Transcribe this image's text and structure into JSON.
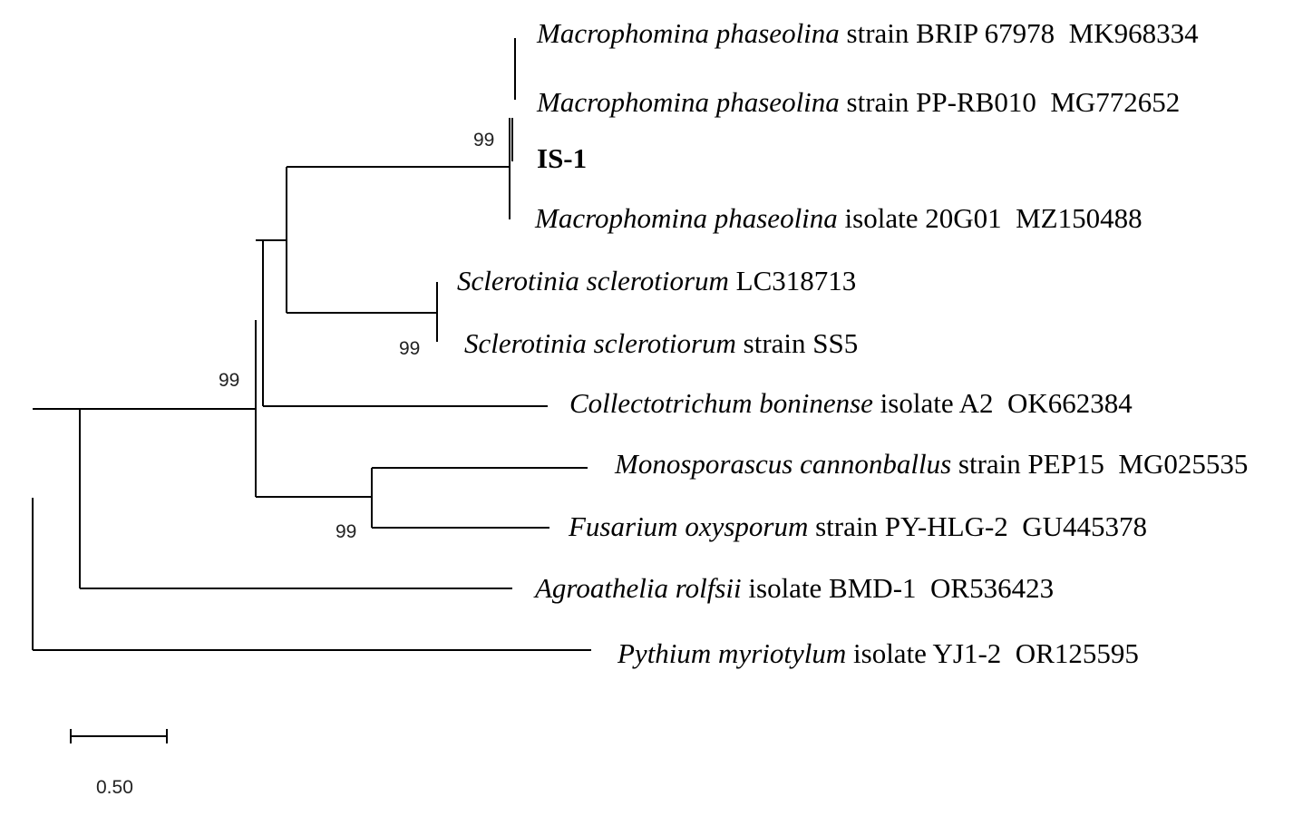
{
  "tree": {
    "taxa": [
      {
        "id": "mp1",
        "species": "Macrophomina phaseolina",
        "rest": " strain BRIP 67978  MK968334",
        "bold": false
      },
      {
        "id": "mp2",
        "species": "Macrophomina phaseolina",
        "rest": " strain PP-RB010  MG772652",
        "bold": false
      },
      {
        "id": "is1",
        "species": "",
        "rest": "IS-1",
        "bold": true
      },
      {
        "id": "mp3",
        "species": "Macrophomina phaseolina",
        "rest": " isolate 20G01  MZ150488",
        "bold": false
      },
      {
        "id": "ss1",
        "species": "Sclerotinia sclerotiorum",
        "rest": " LC318713",
        "bold": false
      },
      {
        "id": "ss2",
        "species": "Sclerotinia sclerotiorum",
        "rest": " strain SS5",
        "bold": false
      },
      {
        "id": "cb",
        "species": "Collectotrichum boninense",
        "rest": " isolate A2  OK662384",
        "bold": false
      },
      {
        "id": "mc",
        "species": "Monosporascus cannonballus",
        "rest": " strain PEP15  MG025535",
        "bold": false
      },
      {
        "id": "fo",
        "species": "Fusarium oxysporum",
        "rest": " strain PY-HLG-2  GU445378",
        "bold": false
      },
      {
        "id": "ar",
        "species": "Agroathelia rolfsii",
        "rest": " isolate BMD-1  OR536423",
        "bold": false
      },
      {
        "id": "pm",
        "species": "Pythium myriotylum",
        "rest": " isolate YJ1-2  OR125595",
        "bold": false
      }
    ],
    "bootstrap": [
      {
        "clade": "macrophomina",
        "value": "99"
      },
      {
        "clade": "sclerotinia",
        "value": "99"
      },
      {
        "clade": "core",
        "value": "99"
      },
      {
        "clade": "monosporascus-fusarium",
        "value": "99"
      }
    ],
    "scale_bar": {
      "label": "0.50",
      "length": 0.5
    }
  }
}
